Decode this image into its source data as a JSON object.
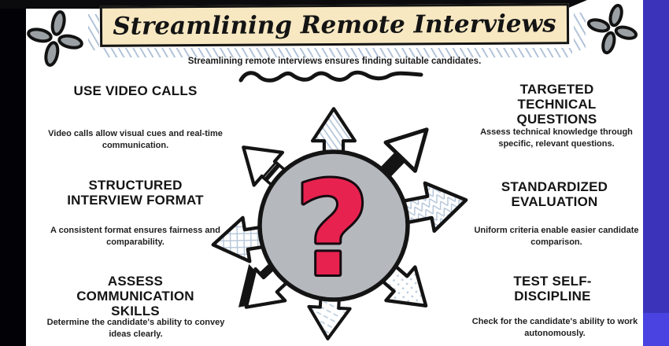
{
  "header": {
    "title": "Streamlining Remote Interviews",
    "subtitle": "Streamlining remote interviews ensures finding suitable candidates."
  },
  "center": {
    "question_mark": "?"
  },
  "sections": {
    "left": [
      {
        "title": "USE VIDEO CALLS",
        "description": "Video calls allow visual cues and real-time\ncommunication."
      },
      {
        "title": "STRUCTURED\nINTERVIEW FORMAT",
        "description": "A consistent format ensures fairness and\ncomparability."
      },
      {
        "title": "ASSESS\nCOMMUNICATION\nSKILLS",
        "description": "Determine the candidate's ability to convey\nideas clearly."
      }
    ],
    "right": [
      {
        "title": "TARGETED\nTECHNICAL\nQUESTIONS",
        "description": "Assess technical knowledge through\nspecific, relevant questions."
      },
      {
        "title": "STANDARDIZED\nEVALUATION",
        "description": "Uniform criteria enable easier candidate\ncomparison."
      },
      {
        "title": "TEST SELF-\nDISCIPLINE",
        "description": "Check for the candidate's ability to work\nautonomously."
      }
    ]
  },
  "colors": {
    "banner_fill": "#f7e8c2",
    "accent_pink": "#e8224f",
    "side_strip_blue": "#3b34bb",
    "corner_patch_blue": "#4a43e2",
    "circle_gray": "#b5b9be",
    "sketch_hatch_blue": "#b3c4d8",
    "ink_black": "#141414"
  }
}
